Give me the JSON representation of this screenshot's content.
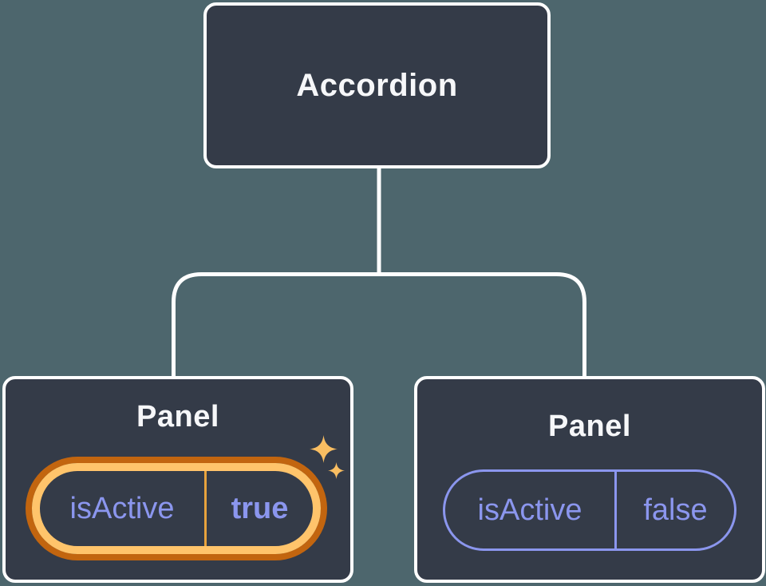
{
  "diagram": {
    "root": {
      "label": "Accordion"
    },
    "children": [
      {
        "label": "Panel",
        "state": {
          "name": "isActive",
          "value": "true"
        },
        "highlighted": true
      },
      {
        "label": "Panel",
        "state": {
          "name": "isActive",
          "value": "false"
        },
        "highlighted": false
      }
    ]
  },
  "icons": {
    "highlight": "sparkle-icon"
  },
  "colors": {
    "background": "#4D666D",
    "node_fill": "#343B48",
    "node_border": "#FFFFFF",
    "node_text": "#F6F7F9",
    "state_purple": "#8B96EE",
    "highlight_gold": "#FFC46B",
    "highlight_ring": "#C2650F",
    "highlight_divider": "#E8A33D",
    "sparkle_gold": "#F9BE62"
  }
}
